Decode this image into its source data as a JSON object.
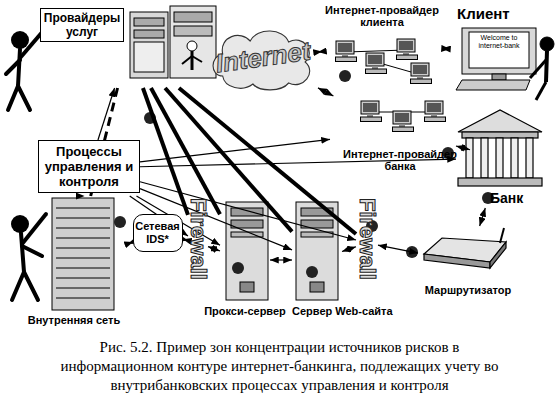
{
  "diagram": {
    "caption": "Рис. 5.2. Пример зон концентрации источников рисков в информационном контуре интернет-банкинга, подлежащих учету во внутрибанковских процессах управления и контроля",
    "nodes": [
      {
        "text": [
          "Провайдеры услуг"
        ]
      },
      {
        "text": [
          "Internet"
        ]
      },
      {
        "text": [
          "Интернет-провайдер клиента"
        ]
      },
      {
        "text": [
          "Клиент",
          "Welcome to internet-bank"
        ]
      },
      {
        "text": [
          "Процессы управления и контроля"
        ]
      },
      {
        "text": [
          "Интернет-провайдер банка"
        ]
      },
      {
        "text": [
          "Банк"
        ]
      },
      {
        "text": [
          "Внутренняя сеть"
        ]
      },
      {
        "text": [
          "Сетевая IDS*"
        ]
      },
      {
        "text": [
          "Firewall"
        ]
      },
      {
        "text": [
          "Прокси-сервер"
        ]
      },
      {
        "text": [
          "Сервер Web-сайта"
        ]
      },
      {
        "text": [
          "Firewall"
        ]
      },
      {
        "text": [
          "Маршрутизатор"
        ]
      }
    ],
    "edges": [
      {
        "from": 1,
        "to": 2,
        "arrow": "both"
      },
      {
        "from": 2,
        "to": 3,
        "arrow": "both"
      },
      {
        "from": 1,
        "to": 5,
        "arrow": "both"
      },
      {
        "from": 5,
        "to": 6,
        "arrow": "both"
      },
      {
        "from": 6,
        "to": 13,
        "arrow": "both"
      },
      {
        "from": 13,
        "to": 12,
        "arrow": "both"
      },
      {
        "from": 12,
        "to": 11,
        "arrow": "both"
      },
      {
        "from": 11,
        "to": 10,
        "arrow": "both"
      },
      {
        "from": 10,
        "to": 9,
        "arrow": "both"
      },
      {
        "from": 9,
        "to": 8,
        "arrow": "both"
      },
      {
        "from": 8,
        "to": 7,
        "arrow": "both"
      },
      {
        "from": 4,
        "to": 0,
        "arrow": "to"
      },
      {
        "from": 4,
        "to": 5,
        "arrow": "to"
      },
      {
        "from": 4,
        "to": 6,
        "arrow": "to"
      },
      {
        "from": 4,
        "to": 7,
        "arrow": "to"
      },
      {
        "from": 4,
        "to": 9,
        "arrow": "to"
      },
      {
        "from": 4,
        "to": 10,
        "arrow": "to"
      },
      {
        "from": 4,
        "to": 11,
        "arrow": "to"
      },
      {
        "from": 4,
        "to": 12,
        "arrow": "to"
      },
      {
        "from": 0,
        "to": 7,
        "arrow": "none"
      },
      {
        "from": 0,
        "to": 9,
        "arrow": "none"
      },
      {
        "from": 0,
        "to": 10,
        "arrow": "none"
      },
      {
        "from": 0,
        "to": 11,
        "arrow": "none"
      },
      {
        "from": 0,
        "to": 12,
        "arrow": "none"
      }
    ]
  }
}
